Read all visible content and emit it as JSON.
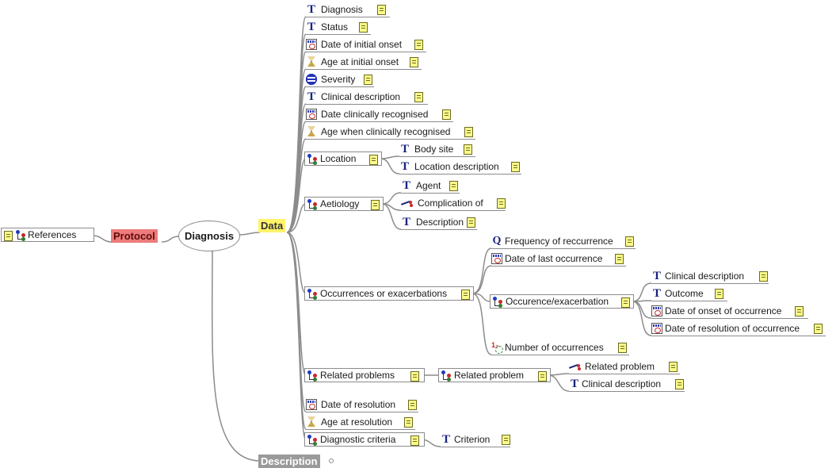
{
  "root": {
    "label": "Diagnosis"
  },
  "protocol": {
    "label": "Protocol"
  },
  "references": {
    "label": "References",
    "icon": "cluster-icon"
  },
  "data_label": "Data",
  "description_label": "Description",
  "colors": {
    "protocol": "#ee7b7b",
    "data": "#fff36b",
    "description": "#9a9a9a",
    "connector": "#8c8c8c",
    "note": "#fbfb8c"
  },
  "items": {
    "diagnosis": {
      "label": "Diagnosis",
      "icon": "text-icon"
    },
    "status": {
      "label": "Status",
      "icon": "text-icon"
    },
    "date_initial_onset": {
      "label": "Date of initial onset",
      "icon": "datetime-icon"
    },
    "age_initial_onset": {
      "label": "Age at initial onset",
      "icon": "duration-icon"
    },
    "severity": {
      "label": "Severity",
      "icon": "ordinal-icon"
    },
    "clinical_description": {
      "label": "Clinical description",
      "icon": "text-icon"
    },
    "date_clinically_recognised": {
      "label": "Date clinically recognised",
      "icon": "datetime-icon"
    },
    "age_clinically_recognised": {
      "label": "Age when clinically recognised",
      "icon": "duration-icon"
    },
    "location": {
      "label": "Location",
      "icon": "cluster-icon"
    },
    "body_site": {
      "label": "Body site",
      "icon": "text-icon"
    },
    "location_description": {
      "label": "Location description",
      "icon": "text-icon"
    },
    "aetiology": {
      "label": "Aetiology",
      "icon": "cluster-icon"
    },
    "agent": {
      "label": "Agent",
      "icon": "text-icon"
    },
    "complication_of": {
      "label": "Complication of",
      "icon": "link-icon"
    },
    "aetiology_description": {
      "label": "Description",
      "icon": "text-icon"
    },
    "occurrences": {
      "label": "Occurrences or exacerbations",
      "icon": "cluster-icon"
    },
    "frequency": {
      "label": "Frequency of reccurrence",
      "icon": "quantity-icon"
    },
    "date_last_occurrence": {
      "label": "Date of last occurrence",
      "icon": "datetime-icon"
    },
    "occurrence_exacerbation": {
      "label": "Occurence/exacerbation",
      "icon": "cluster-icon"
    },
    "occ_clinical_description": {
      "label": "Clinical description",
      "icon": "text-icon"
    },
    "outcome": {
      "label": "Outcome",
      "icon": "text-icon"
    },
    "date_onset_occurrence": {
      "label": "Date of onset of occurrence",
      "icon": "datetime-icon"
    },
    "date_resolution_occurrence": {
      "label": "Date of resolution of occurrence",
      "icon": "datetime-icon"
    },
    "number_occurrences": {
      "label": "Number of occurrences",
      "icon": "count-icon"
    },
    "related_problems": {
      "label": "Related problems",
      "icon": "cluster-icon"
    },
    "related_problem": {
      "label": "Related problem",
      "icon": "cluster-icon"
    },
    "related_problem_link": {
      "label": "Related problem",
      "icon": "link-icon"
    },
    "rp_clinical_description": {
      "label": "Clinical description",
      "icon": "text-icon"
    },
    "date_resolution": {
      "label": "Date of resolution",
      "icon": "datetime-icon"
    },
    "age_resolution": {
      "label": "Age at resolution",
      "icon": "duration-icon"
    },
    "diagnostic_criteria": {
      "label": "Diagnostic criteria",
      "icon": "cluster-icon"
    },
    "criterion": {
      "label": "Criterion",
      "icon": "text-icon"
    }
  }
}
